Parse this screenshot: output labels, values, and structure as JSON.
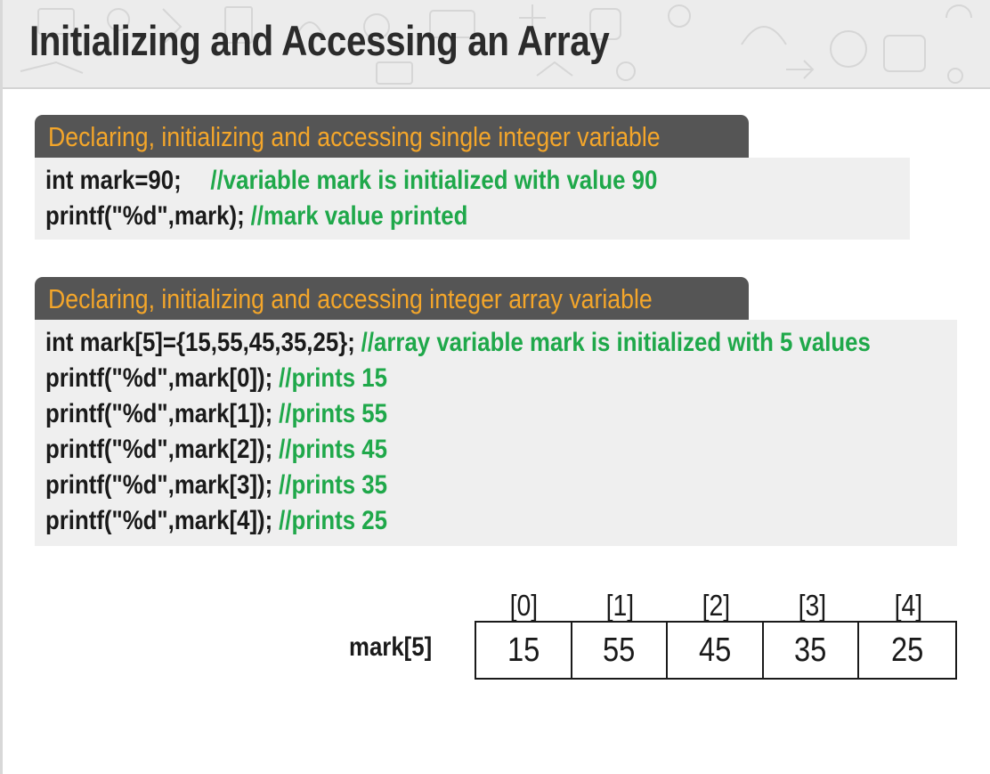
{
  "slide": {
    "title": "Initializing and Accessing an Array"
  },
  "section1": {
    "heading": "Declaring, initializing and accessing single integer variable",
    "lines": [
      {
        "code": "int mark=90;",
        "comment": "//variable mark is initialized with value 90"
      },
      {
        "code": "printf(\"%d\",mark);",
        "comment": "//mark value printed"
      }
    ]
  },
  "section2": {
    "heading": "Declaring, initializing and accessing integer array variable",
    "lines": [
      {
        "code": "int mark[5]={15,55,45,35,25};",
        "comment": "//array variable mark is initialized with 5 values"
      },
      {
        "code": "printf(\"%d\",mark[0]);",
        "comment": "//prints 15"
      },
      {
        "code": "printf(\"%d\",mark[1]);",
        "comment": "//prints 55"
      },
      {
        "code": "printf(\"%d\",mark[2]);",
        "comment": "//prints 45"
      },
      {
        "code": "printf(\"%d\",mark[3]);",
        "comment": "//prints 35"
      },
      {
        "code": "printf(\"%d\",mark[4]);",
        "comment": "//prints 25"
      }
    ]
  },
  "array_diagram": {
    "label": "mark[5]",
    "indices": [
      "[0]",
      "[1]",
      "[2]",
      "[3]",
      "[4]"
    ],
    "values": [
      "15",
      "55",
      "45",
      "35",
      "25"
    ]
  },
  "colors": {
    "heading_bar": "#555555",
    "heading_text": "#f4a62a",
    "comment_text": "#1fa84a",
    "code_background": "#efefef"
  }
}
